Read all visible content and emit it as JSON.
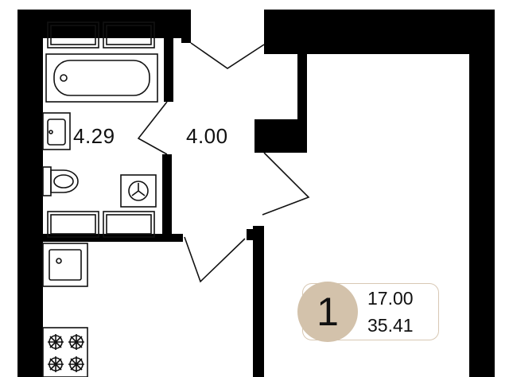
{
  "rooms": {
    "bathroom_area": "4.29",
    "hallway_area": "4.00"
  },
  "summary": {
    "room_count": "1",
    "living_area": "17.00",
    "total_area": "35.41",
    "accent_color": "#d3c2ab",
    "border_color": "#d8c8b4"
  },
  "colors": {
    "wall": "#000000",
    "line": "#111111",
    "background": "#ffffff"
  }
}
